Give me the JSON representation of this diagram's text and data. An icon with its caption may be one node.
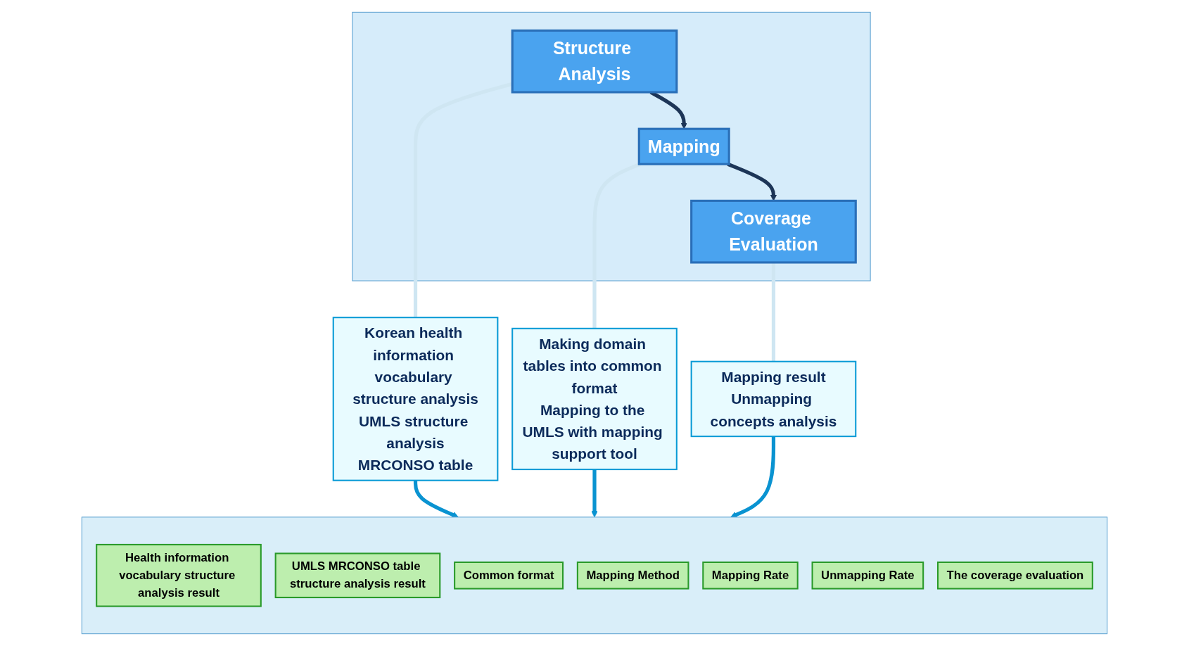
{
  "diagram": {
    "nodes": [
      {
        "text": [],
        "shape": "box"
      },
      {
        "text": [
          "Structure Analysis"
        ],
        "in": 0
      },
      {
        "text": [
          "Mapping"
        ],
        "in": 0
      },
      {
        "text": [
          "Coverage Evaluation"
        ],
        "in": 0
      },
      {
        "text": [
          "Korean health information vocabulary structure analysis",
          "UMLS structure analysis",
          "MRCONSO table"
        ]
      },
      {
        "text": [
          "Making domain tables into common format",
          "Mapping to the UMLS with mapping support tool"
        ]
      },
      {
        "text": [
          "Mapping result",
          "Unmapping concepts analysis"
        ]
      },
      {
        "text": [],
        "shape": "box"
      },
      {
        "text": [
          "Health information vocabulary structure analysis result"
        ],
        "in": 7
      },
      {
        "text": [
          "UMLS MRCONSO table structure analysis result"
        ],
        "in": 7
      },
      {
        "text": [
          "Common format"
        ],
        "in": 7
      },
      {
        "text": [
          "Mapping Method"
        ],
        "in": 7
      },
      {
        "text": [
          "Mapping Rate"
        ],
        "in": 7
      },
      {
        "text": [
          "Unmapping Rate"
        ],
        "in": 7
      },
      {
        "text": [
          "The coverage evaluation"
        ],
        "in": 7
      }
    ],
    "edges": [
      {
        "from": 1,
        "to": 2,
        "arrow": "to",
        "color": "#1d3557"
      },
      {
        "from": 2,
        "to": 3,
        "arrow": "to",
        "color": "#1d3557"
      },
      {
        "from": 1,
        "to": 4,
        "arrow": "none",
        "color": "#cfe6f2"
      },
      {
        "from": 2,
        "to": 5,
        "arrow": "none",
        "color": "#cfe6f2"
      },
      {
        "from": 3,
        "to": 6,
        "arrow": "none",
        "color": "#cfe6f2"
      },
      {
        "from": 4,
        "to": 7,
        "arrow": "to",
        "color": "#0a93d1"
      },
      {
        "from": 5,
        "to": 7,
        "arrow": "to",
        "color": "#0a93d1"
      },
      {
        "from": 6,
        "to": 7,
        "arrow": "to",
        "color": "#0a93d1"
      }
    ]
  }
}
